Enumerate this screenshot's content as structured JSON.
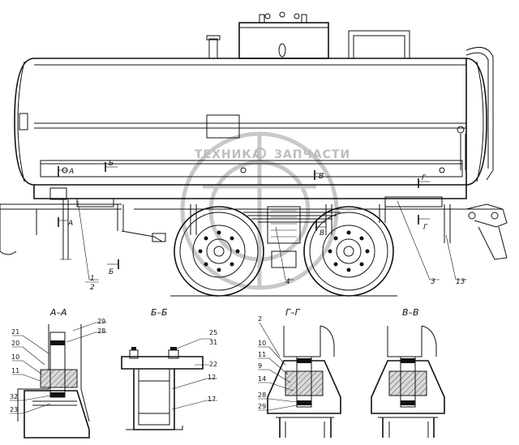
{
  "watermark": {
    "left_text": "ТЕХНИКА",
    "right_text": "ЗАПЧАСТИ"
  },
  "main_view": {
    "section_markers": {
      "a_top": "А",
      "a_bottom": "А",
      "b_top": "Б",
      "b_bottom": "Б",
      "v_top": "В",
      "v_bottom": "В",
      "g_top": "Г",
      "g_bottom": "Г"
    },
    "callouts": {
      "c1": "1",
      "c2": "2",
      "c3": "3",
      "c4": "4",
      "c13": "13"
    }
  },
  "sections": [
    {
      "title": "А–А",
      "callouts": [
        "29",
        "28",
        "21",
        "20",
        "10",
        "11",
        "32",
        "23"
      ]
    },
    {
      "title": "Б–Б",
      "callouts": [
        "25",
        "31",
        "22",
        "12",
        "17"
      ]
    },
    {
      "title": "Г–Г",
      "callouts": [
        "2",
        "10",
        "11",
        "9",
        "14",
        "28",
        "29"
      ]
    },
    {
      "title": "В–В",
      "callouts": []
    }
  ]
}
